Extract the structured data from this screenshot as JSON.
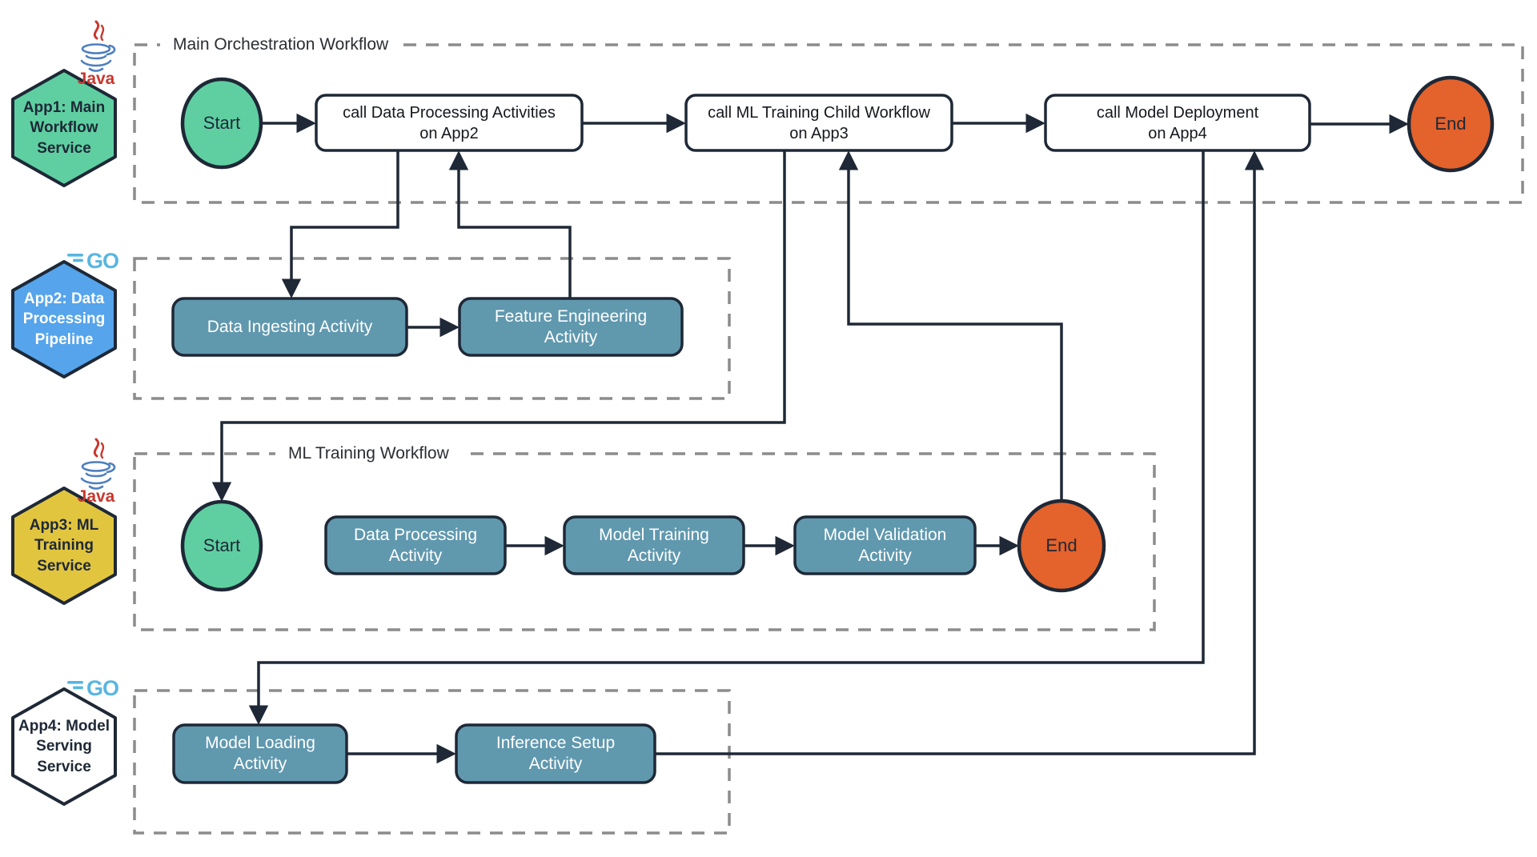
{
  "diagram": {
    "groups": {
      "main": {
        "title": "Main Orchestration Workflow"
      },
      "ml": {
        "title": "ML Training Workflow"
      }
    },
    "apps": {
      "app1": {
        "line1": "App1: Main",
        "line2": "Workflow",
        "line3": "Service",
        "runtime": "java"
      },
      "app2": {
        "line1": "App2: Data",
        "line2": "Processing",
        "line3": "Pipeline",
        "runtime": "go"
      },
      "app3": {
        "line1": "App3: ML",
        "line2": "Training",
        "line3": "Service",
        "runtime": "java"
      },
      "app4": {
        "line1": "App4: Model",
        "line2": "Serving",
        "line3": "Service",
        "runtime": "go"
      }
    },
    "nodes": {
      "main_start": "Start",
      "main_end": "End",
      "ml_start": "Start",
      "ml_end": "End",
      "call_app2": {
        "line1": "call Data Processing Activities",
        "line2": "on App2"
      },
      "call_app3": {
        "line1": "call ML Training Child Workflow",
        "line2": "on App3"
      },
      "call_app4": {
        "line1": "call Model Deployment",
        "line2": "on App4"
      },
      "ingest": "Data Ingesting Activity",
      "feature": {
        "line1": "Feature Engineering",
        "line2": "Activity"
      },
      "data_processing": {
        "line1": "Data Processing",
        "line2": "Activity"
      },
      "model_training": {
        "line1": "Model Training",
        "line2": "Activity"
      },
      "model_validation": {
        "line1": "Model Validation",
        "line2": "Activity"
      },
      "model_loading": {
        "line1": "Model Loading",
        "line2": "Activity"
      },
      "inference_setup": {
        "line1": "Inference Setup",
        "line2": "Activity"
      }
    },
    "logos": {
      "java": "Java",
      "go": "GO"
    },
    "colors": {
      "start_green": "#5FCFA2",
      "end_orange": "#E4622C",
      "activity_teal": "#6098AE",
      "app2_blue": "#55A4EC",
      "app3_yellow": "#E2C53F",
      "outline_navy": "#1E2836",
      "dashed_gray": "#8C8C8C",
      "go_blue": "#58B6E0",
      "java_red": "#C8372D",
      "java_blue": "#4E7FBE"
    }
  }
}
